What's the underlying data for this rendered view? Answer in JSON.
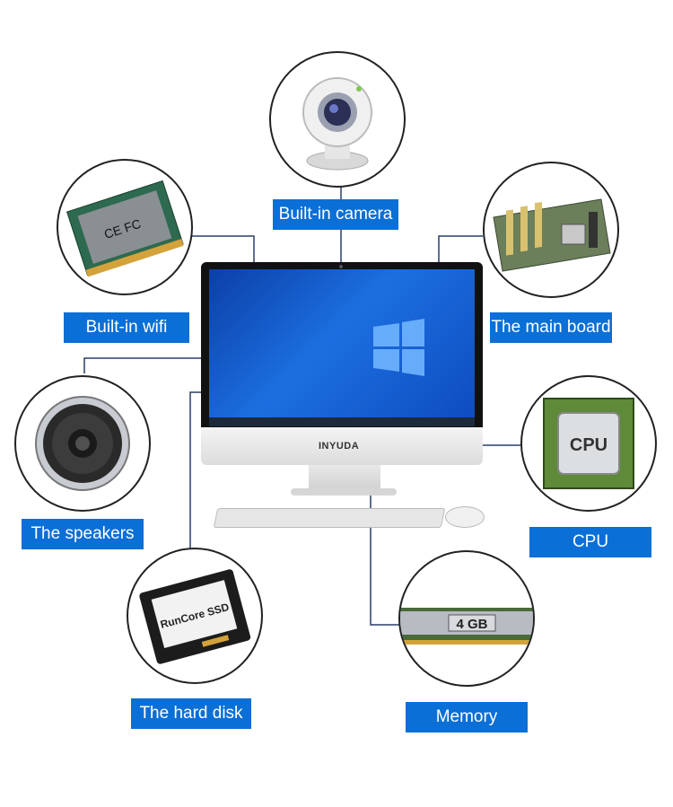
{
  "components": {
    "camera": {
      "label": "Built-in camera",
      "icon": "webcam-icon"
    },
    "wifi": {
      "label": "Built-in wifi",
      "icon": "wifi-card-icon"
    },
    "mainboard": {
      "label": "The main board",
      "icon": "motherboard-icon"
    },
    "speakers": {
      "label": "The speakers",
      "icon": "speaker-icon"
    },
    "cpu": {
      "label": "CPU",
      "icon": "cpu-chip-icon",
      "chip_text": "CPU"
    },
    "harddisk": {
      "label": "The hard disk",
      "icon": "ssd-icon",
      "disk_text": "RunCore SSD"
    },
    "memory": {
      "label": "Memory",
      "icon": "ram-module-icon",
      "ram_text": "4 GB"
    }
  },
  "monitor": {
    "brand": "INYUDA"
  },
  "colors": {
    "label_bg": "#0a6fd6",
    "label_text": "#ffffff",
    "line": "#2a3f6a"
  }
}
